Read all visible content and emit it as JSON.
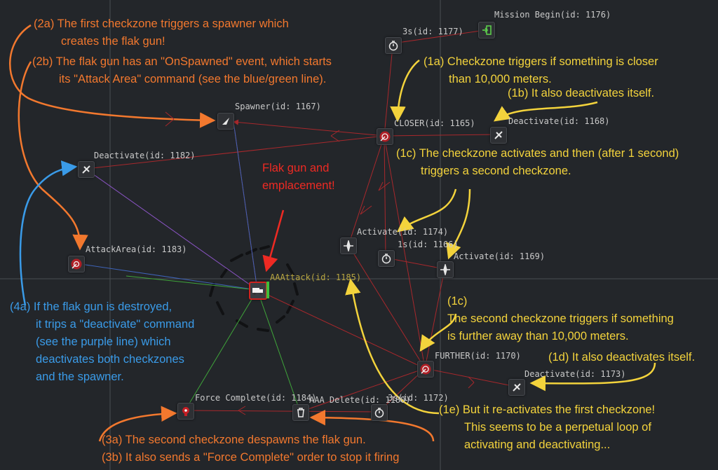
{
  "nodes": {
    "mission_begin": "Mission Begin(id: 1176)",
    "timer_3s_top": "3s(id: 1177)",
    "spawner": "Spawner(id: 1167)",
    "closer": "CLOSER(id: 1165)",
    "deactivate_1168": "Deactivate(id: 1168)",
    "deactivate_1182": "Deactivate(id: 1182)",
    "activate_1174": "Activate(id: 1174)",
    "timer_1s": "1s(id: 1166)",
    "activate_1169": "Activate(id: 1169)",
    "attack_area": "AttackArea(id: 1183)",
    "flak_unit": "AAAttack(id: 1185)",
    "further": "FURTHER(id: 1170)",
    "deactivate_1173": "Deactivate(id: 1173)",
    "force_complete": "Force Complete(id: 1184)",
    "aaa_delete": "AAA Delete(id: 1180)",
    "timer_3s_bottom": "3s(id: 1172)"
  },
  "notes": {
    "n2a": [
      "(2a) The first checkzone triggers a spawner which",
      "creates the flak gun!"
    ],
    "n2b": [
      "(2b) The flak gun has an \"OnSpawned\" event, which starts",
      "its \"Attack Area\" command (see the blue/green line)."
    ],
    "n1a": [
      "(1a) Checkzone triggers if something is closer",
      "than 10,000 meters."
    ],
    "n1b": [
      "(1b) It also deactivates itself."
    ],
    "n1c": [
      "(1c) The checkzone activates and then (after 1 second)",
      "triggers a second checkzone."
    ],
    "flak": [
      "Flak gun and",
      "emplacement!"
    ],
    "n4a": [
      "(4a) If the flak gun is destroyed,",
      "it trips a \"deactivate\" command",
      "(see the purple line) which",
      "deactivates both checkzones",
      "and the spawner."
    ],
    "n1c2": [
      "(1c)",
      "The second checkzone triggers if something",
      "is further away than 10,000 meters."
    ],
    "n1d": [
      "(1d) It also deactivates itself."
    ],
    "n1e": [
      "(1e) But it re-activates the first checkzone!",
      "This seems to be a perpetual loop of",
      "activating and deactivating..."
    ],
    "n3a": [
      "(3a) The second checkzone despawns the flak gun."
    ],
    "n3b": [
      "(3b) It also sends a \"Force Complete\" order to stop it firing"
    ]
  },
  "colors": {
    "orange": "#f2782e",
    "yellow": "#f3d33c",
    "blue": "#3a9be8",
    "red": "#ee2a23",
    "link_red": "#a8282c",
    "link_blue": "#3e63b8",
    "link_green": "#3fa53a",
    "link_purple": "#8a54c4"
  },
  "icons": {
    "mission_begin": "enter-icon",
    "timer": "stopwatch-icon",
    "spawner": "spawner-icon",
    "checkzone": "checkzone-icon",
    "deactivate": "deactivate-icon",
    "activate": "activate-icon",
    "attack_area": "attack-area-icon",
    "flak_unit": "truck-icon",
    "force_complete": "force-complete-icon",
    "delete": "trash-icon"
  }
}
